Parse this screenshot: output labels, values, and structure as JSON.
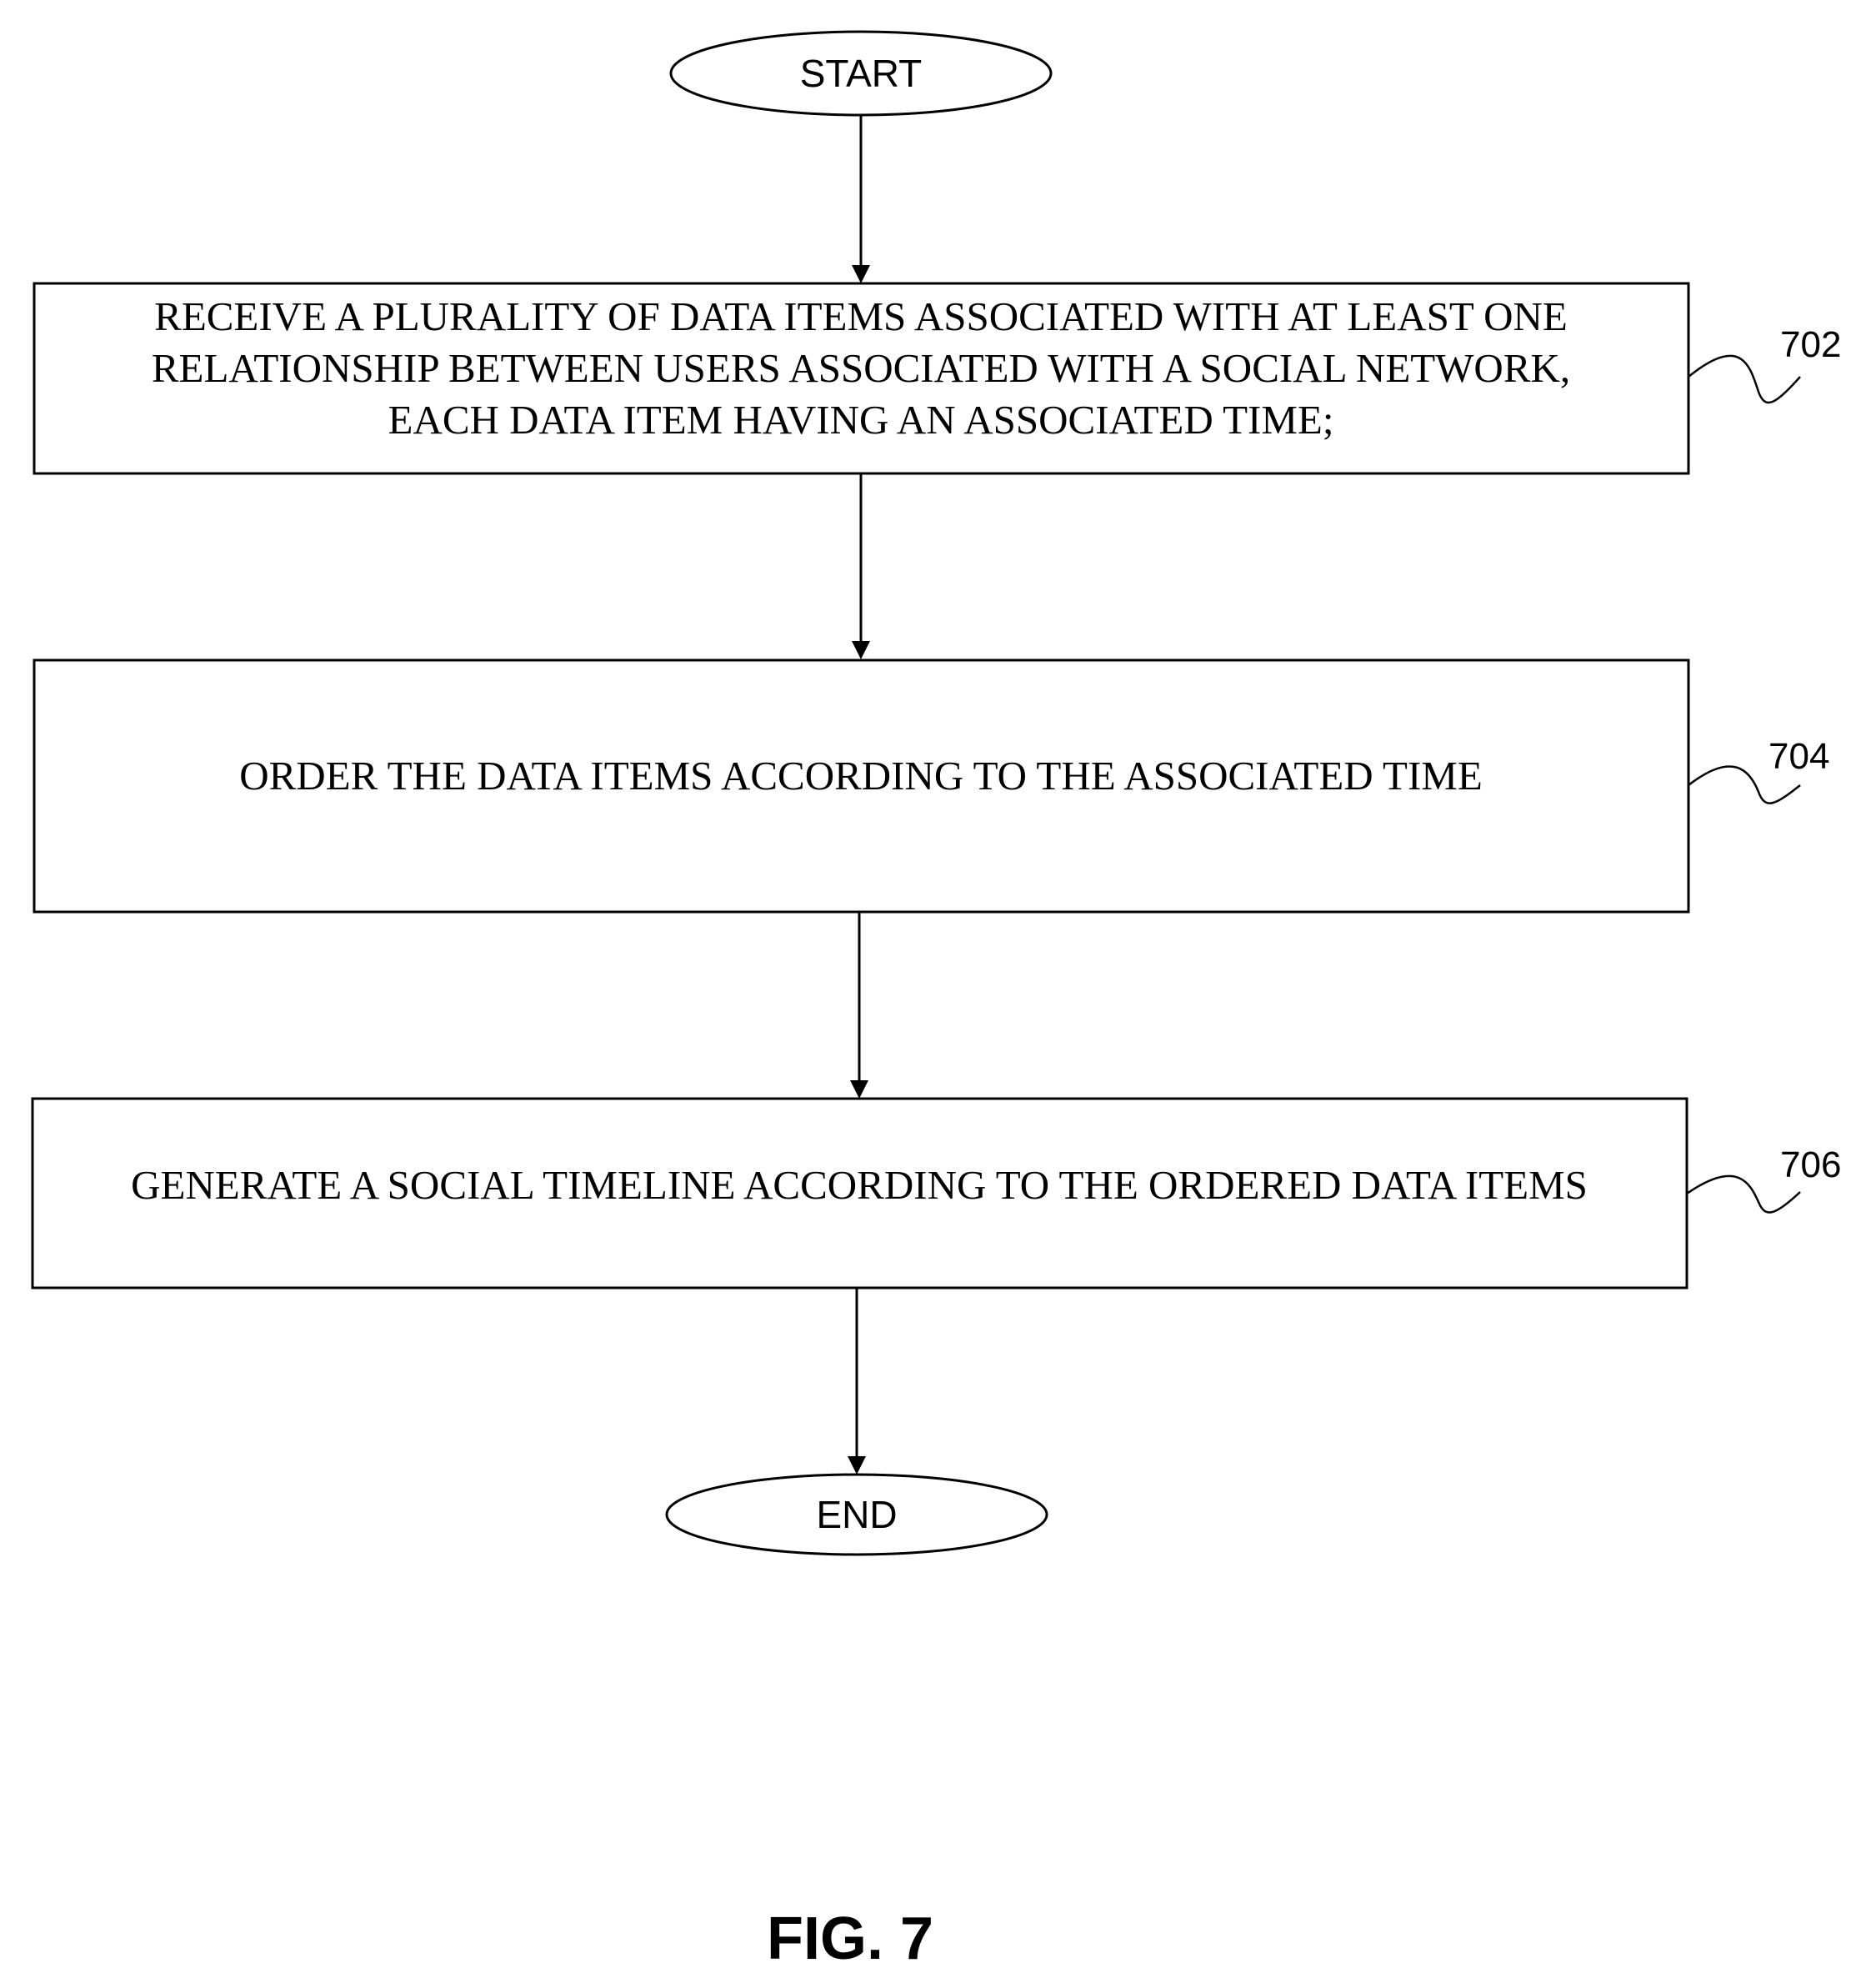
{
  "flowchart": {
    "start_label": "START",
    "end_label": "END",
    "steps": [
      {
        "ref": "702",
        "lines": [
          "RECEIVE A PLURALITY OF DATA ITEMS ASSOCIATED WITH AT LEAST ONE",
          "RELATIONSHIP BETWEEN USERS ASSOCIATED WITH A SOCIAL NETWORK,",
          "EACH DATA ITEM HAVING AN ASSOCIATED TIME;"
        ]
      },
      {
        "ref": "704",
        "lines": [
          "ORDER THE DATA ITEMS ACCORDING TO THE ASSOCIATED TIME"
        ]
      },
      {
        "ref": "706",
        "lines": [
          "GENERATE A SOCIAL TIMELINE ACCORDING TO THE ORDERED DATA ITEMS"
        ]
      }
    ]
  },
  "figure_label": "FIG. 7"
}
